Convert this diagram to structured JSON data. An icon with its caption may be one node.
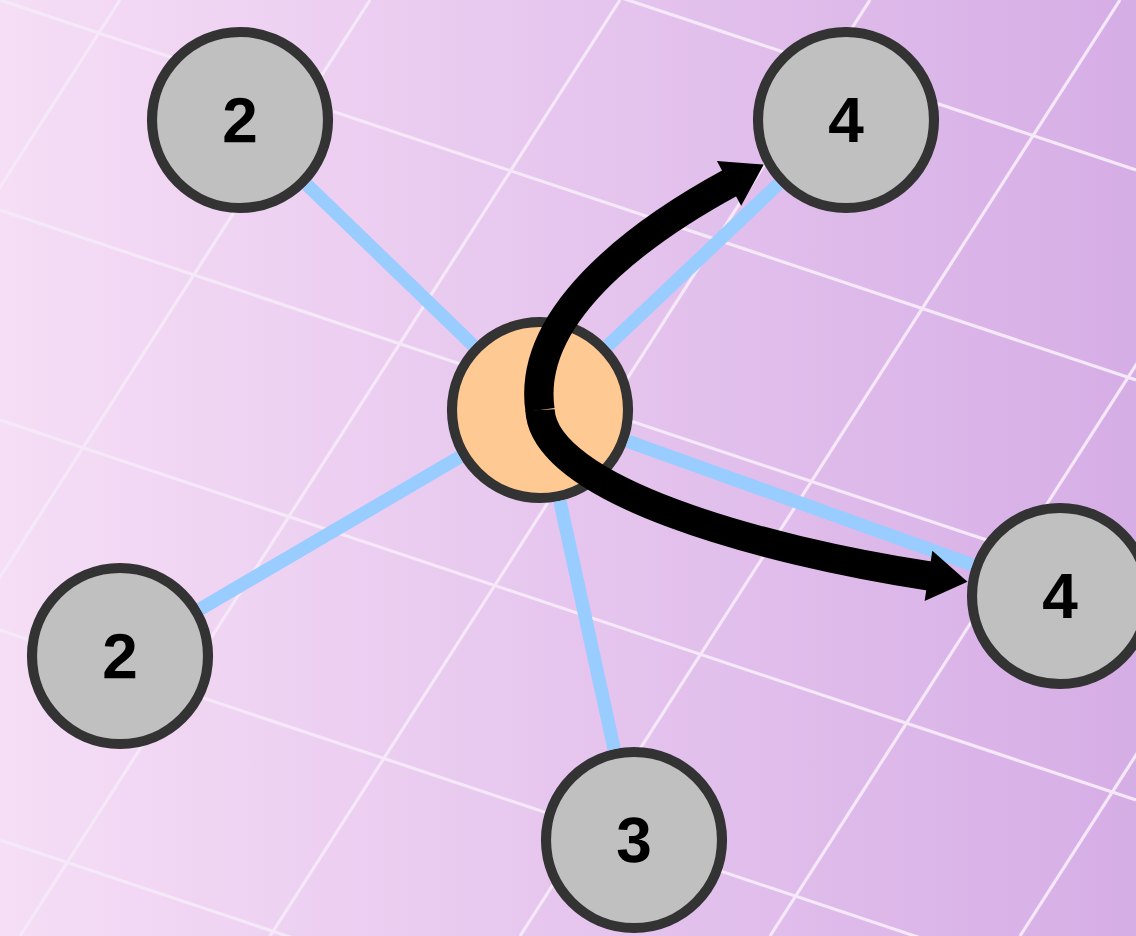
{
  "diagram": {
    "nodes": [
      {
        "text": [
          "2"
        ]
      },
      {
        "text": [
          "4"
        ]
      },
      {
        "text": [],
        "shape": "circle"
      },
      {
        "text": [
          "2"
        ]
      },
      {
        "text": [
          "4"
        ]
      },
      {
        "text": [
          "3"
        ]
      }
    ],
    "edges": [
      {
        "from": 2,
        "to": 0,
        "arrow": "none"
      },
      {
        "from": 2,
        "to": 1,
        "arrow": "none"
      },
      {
        "from": 2,
        "to": 3,
        "arrow": "none"
      },
      {
        "from": 2,
        "to": 4,
        "arrow": "none"
      },
      {
        "from": 2,
        "to": 5,
        "arrow": "none"
      },
      {
        "from": 2,
        "to": 1,
        "arrow": "to",
        "style": "thick",
        "color": "#000000"
      },
      {
        "from": 2,
        "to": 4,
        "arrow": "to",
        "style": "thick",
        "color": "#000000"
      }
    ]
  }
}
